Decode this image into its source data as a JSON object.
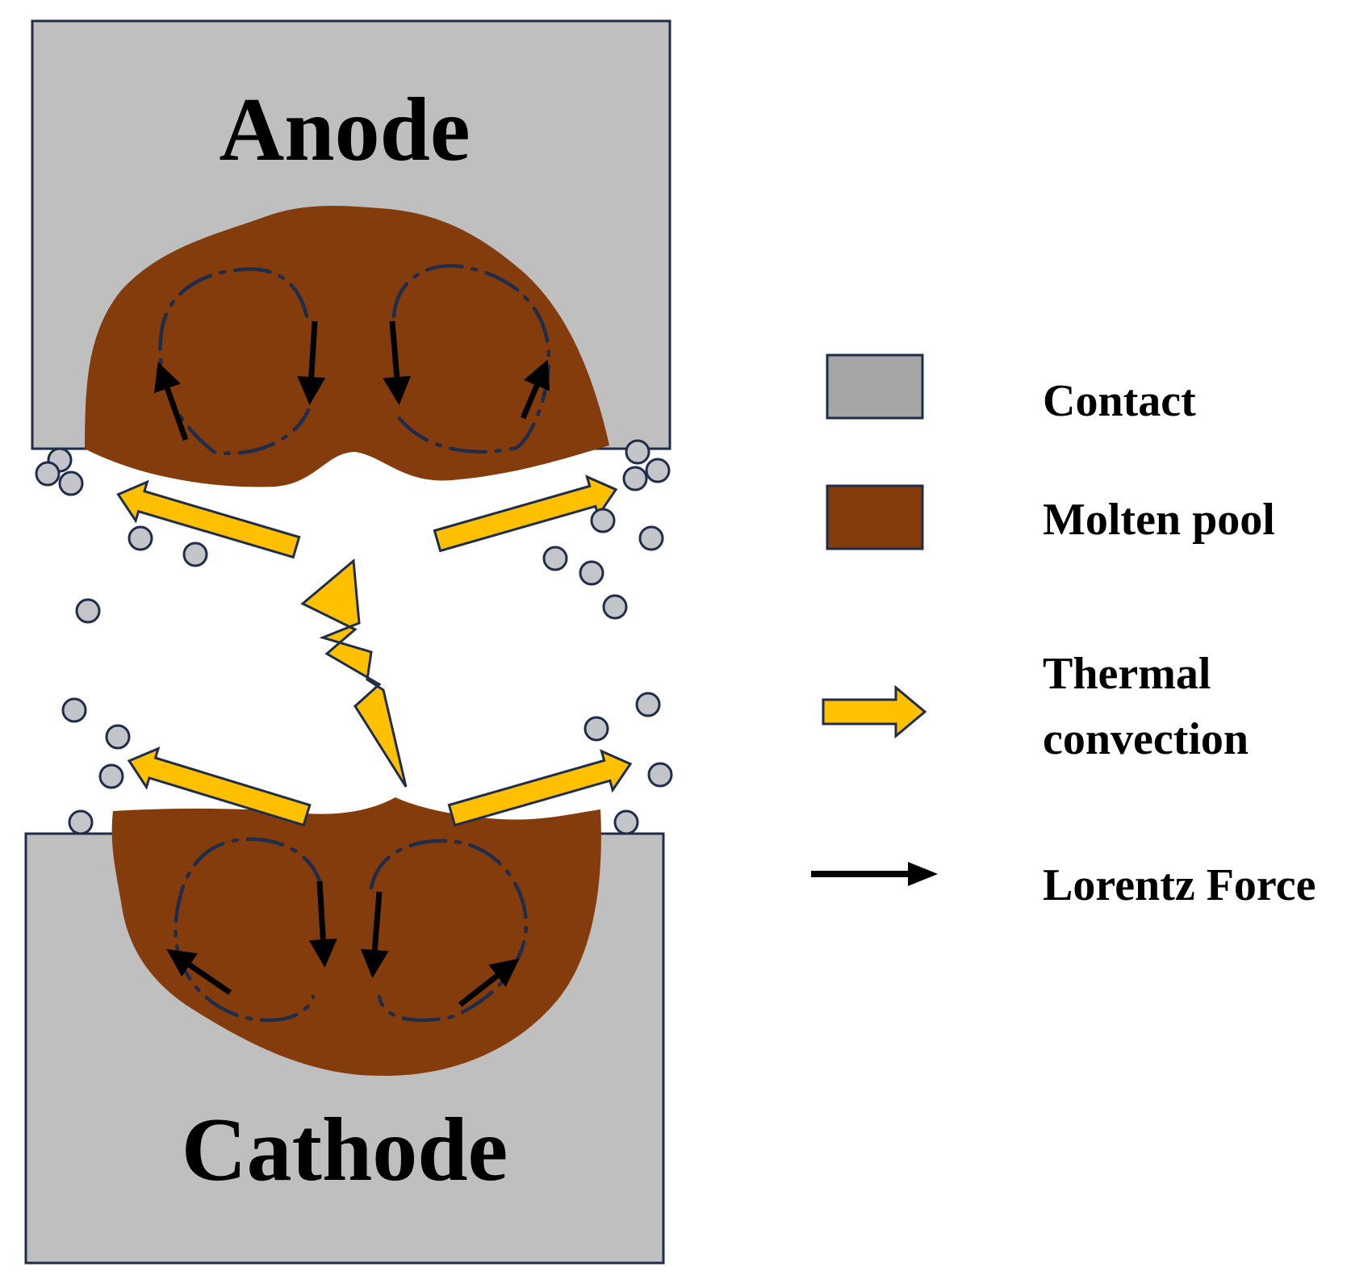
{
  "electrodes": {
    "anode_label": "Anode",
    "cathode_label": "Cathode"
  },
  "legend": {
    "contact_label": "Contact",
    "molten_pool_label": "Molten pool",
    "thermal_label_line1": "Thermal",
    "thermal_label_line2": "convection",
    "lorentz_label": "Lorentz Force"
  },
  "colors": {
    "contact": "#bfbfbf",
    "contact_legend": "#a6a6a6",
    "outline": "#1f2d4a",
    "molten_pool": "#843c0c",
    "thermal_arrow": "#ffc000",
    "lorentz_arrow": "#000000",
    "particle": "#c3c5c9"
  }
}
